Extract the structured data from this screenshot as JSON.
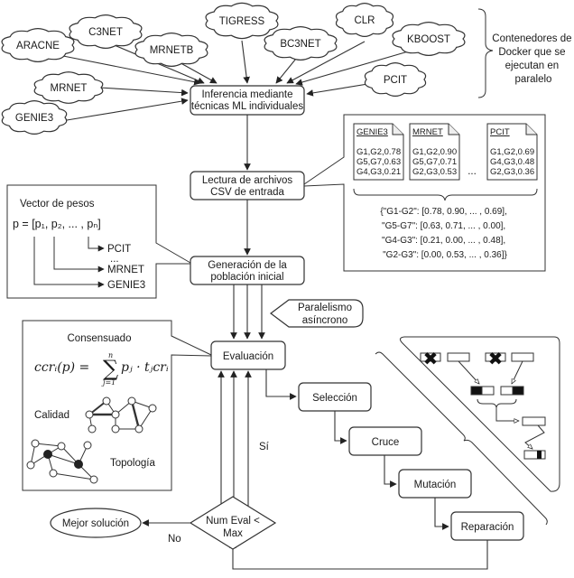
{
  "docker_clouds": [
    "ARACNE",
    "C3NET",
    "MRNETB",
    "TIGRESS",
    "BC3NET",
    "CLR",
    "KBOOST",
    "MRNET",
    "PCIT",
    "GENIE3"
  ],
  "docker_brace_label": [
    "Contenedores de",
    "Docker que se",
    "ejecutan en",
    "paralelo"
  ],
  "steps": {
    "inference": [
      "Inferencia mediante",
      "técnicas ML individuales"
    ],
    "reading": [
      "Lectura de archivos",
      "CSV de entrada"
    ],
    "population": [
      "Generación de la",
      "población inicial"
    ],
    "evaluation": "Evaluación",
    "selection": "Selección",
    "crossover": "Cruce",
    "mutation": "Mutación",
    "repair": "Reparación",
    "condition": [
      "Num Eval <",
      "Max"
    ],
    "best": "Mejor solución"
  },
  "edge_labels": {
    "yes": "Sí",
    "no": "No"
  },
  "async_note": [
    "Paralelismo",
    "asíncrono"
  ],
  "csv_files": [
    {
      "name": "GENIE3",
      "rows": [
        "G1,G2,0.78",
        "G5,G7,0.63",
        "G4,G3,0.21"
      ]
    },
    {
      "name": "MRNET",
      "rows": [
        "G1,G2,0.90",
        "G5,G7,0.71",
        "G2,G3,0.53"
      ]
    },
    {
      "name": "PCIT",
      "rows": [
        "G1,G2,0.69",
        "G4,G3,0.48",
        "G2,G3,0.36"
      ]
    }
  ],
  "csv_ellipsis": "...",
  "merged_dict": [
    "{\"G1-G2\": [0.78, 0.90, ... , 0.69],",
    "\"G5-G7\": [0.63, 0.71, ... , 0.00],",
    "\"G4-G3\": [0.21, 0.00, ... , 0.48],",
    "\"G2-G3\": [0.00, 0.53, ... , 0.36]}"
  ],
  "weights": {
    "title": "Vector de pesos",
    "formula": "p = [p₁, p₂, ... , pₙ]",
    "targets": [
      "PCIT",
      "...",
      "MRNET",
      "GENIE3"
    ]
  },
  "fitness": {
    "consensus_title": "Consensuado",
    "formula_lhs": "ccrᵢ(p) =",
    "formula_sum_top": "n",
    "formula_sum_bottom": "j=1",
    "formula_rhs": "pⱼ · tⱼcrᵢ",
    "quality_label": "Calidad",
    "topology_label": "Topología"
  }
}
